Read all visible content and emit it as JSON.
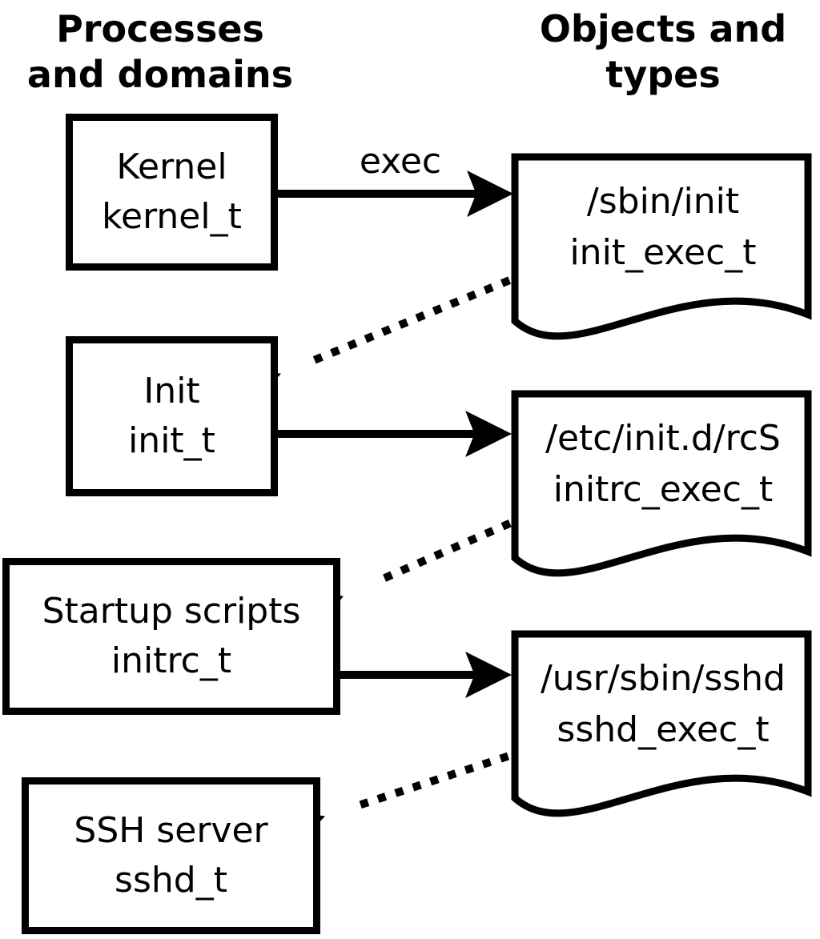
{
  "headings": {
    "left": {
      "line1": "Processes",
      "line2": "and domains"
    },
    "right": {
      "line1": "Objects and",
      "line2": "types"
    }
  },
  "processes": [
    {
      "name": "Kernel",
      "type": "kernel_t"
    },
    {
      "name": "Init",
      "type": "init_t"
    },
    {
      "name": "Startup scripts",
      "type": "initrc_t"
    },
    {
      "name": "SSH server",
      "type": "sshd_t"
    }
  ],
  "objects": [
    {
      "path": "/sbin/init",
      "type": "init_exec_t"
    },
    {
      "path": "/etc/init.d/rcS",
      "type": "initrc_exec_t"
    },
    {
      "path": "/usr/sbin/sshd",
      "type": "sshd_exec_t"
    }
  ],
  "arrows": {
    "exec_label": "exec"
  },
  "colors": {
    "ink": "#000000",
    "background": "#ffffff"
  }
}
